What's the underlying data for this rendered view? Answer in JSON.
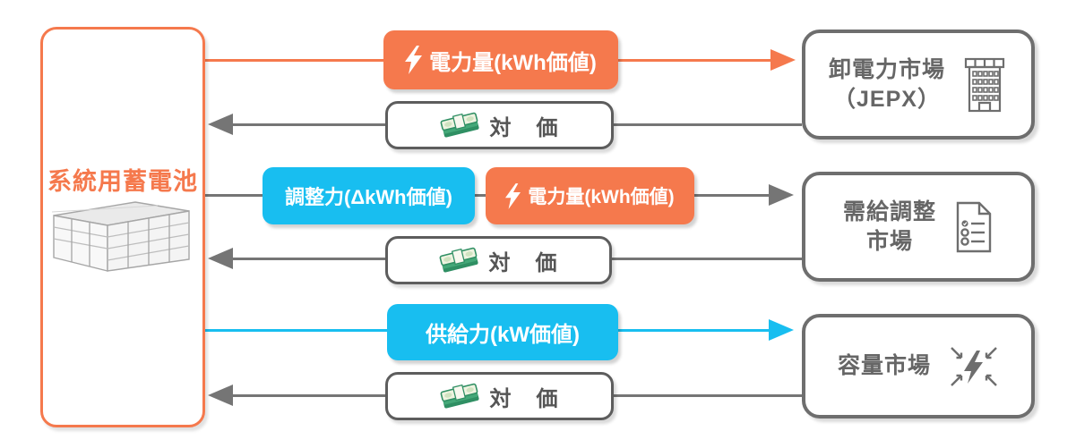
{
  "colors": {
    "accent_orange": "#F5794D",
    "accent_blue": "#18BEF0",
    "box_border_gray": "#6E6E6E",
    "arrow_gray": "#757575",
    "money_green": "#2F8F63",
    "money_face": "#EEF3E0"
  },
  "battery": {
    "label": "系統用蓄電池",
    "icon": "container-illustration"
  },
  "flows": {
    "energy": "電力量(kWh価値)",
    "adjustment": "調整力(ΔkWh価値)",
    "capacity_supply": "供給力(kW価値)",
    "compensation": "対　価"
  },
  "markets": [
    {
      "label": "卸電力市場\n（JEPX）",
      "icon": "building-icon"
    },
    {
      "label": "需給調整\n市場",
      "icon": "checklist-icon"
    },
    {
      "label": "容量市場",
      "icon": "converging-bolt-icon"
    }
  ]
}
